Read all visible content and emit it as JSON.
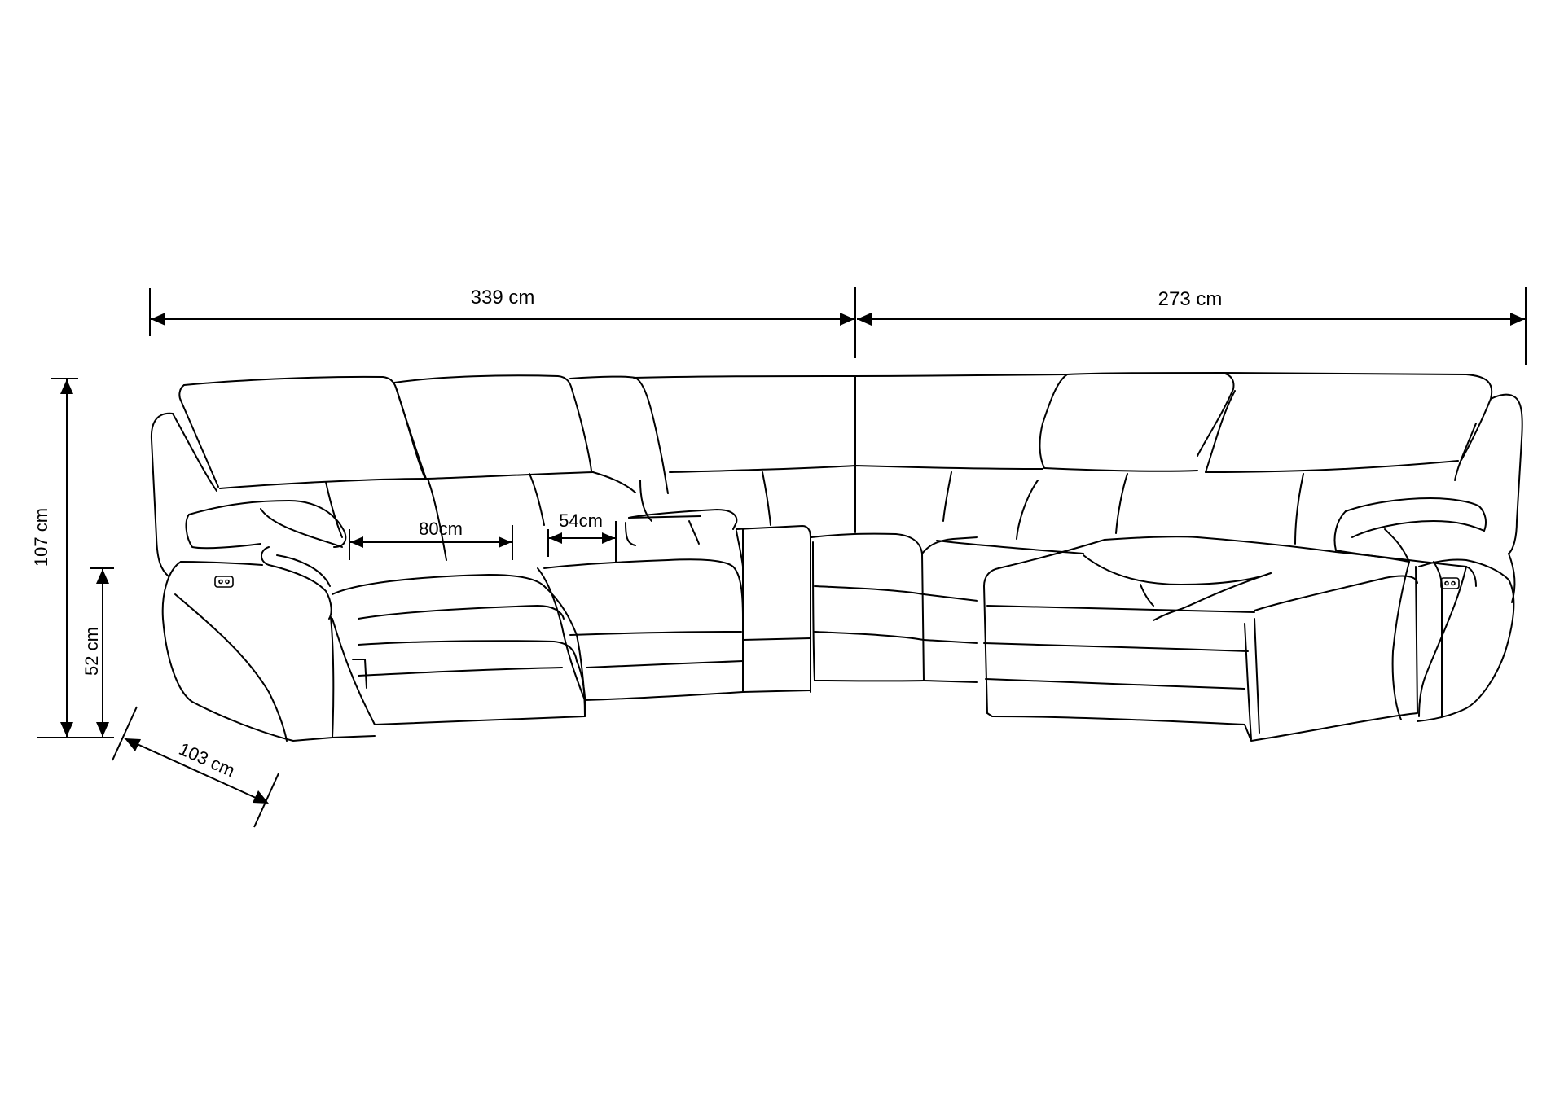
{
  "dimensions": {
    "total_width_left": "339 cm",
    "total_width_right": "273 cm",
    "height": "107 cm",
    "seat_height": "52 cm",
    "depth": "103 cm",
    "seat_width": "80cm",
    "console_width": "54cm"
  },
  "icons": {
    "power_button_left": "power-recline-button-icon",
    "power_button_right": "power-recline-button-icon"
  },
  "colors": {
    "line": "#000000",
    "background": "#ffffff"
  }
}
